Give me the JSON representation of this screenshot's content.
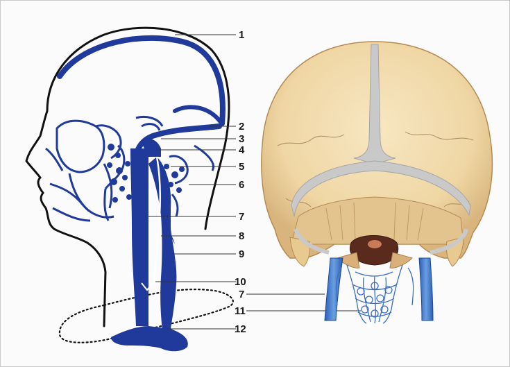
{
  "figure": {
    "labels": [
      "1",
      "2",
      "3",
      "4",
      "5",
      "6",
      "7",
      "8",
      "9",
      "10",
      "7",
      "11",
      "12"
    ]
  },
  "colors": {
    "vein": "#1f3a9a",
    "vein_light": "#3f72c8",
    "skull": "#f3dcae",
    "skull_shade": "#d8b27a",
    "sinus": "#c7c7c7",
    "outline": "#111111"
  }
}
